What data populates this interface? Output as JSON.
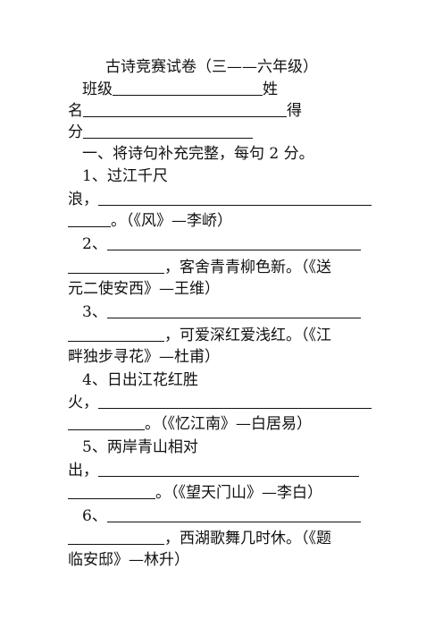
{
  "exam": {
    "title": "古诗竞赛试卷（三——六年级）",
    "class_label": "班级",
    "name_label_1": "姓",
    "name_label_2": "名",
    "score_label_1": "得",
    "score_label_2": "分"
  },
  "section": {
    "heading": "一、将诗句补充完整，每句 2 分。"
  },
  "questions": [
    {
      "number": "1、",
      "prompt_1": "过江千尺",
      "prompt_2": "浪，",
      "tail": "。（《风》—李峤）"
    },
    {
      "number": "2、",
      "line_2": "，客舍青青柳色新。（《送",
      "line_3": "元二使安西》—王维）"
    },
    {
      "number": "3、",
      "line_2": "，可爱深红爱浅红。（《江",
      "line_3": "畔独步寻花》—杜甫）"
    },
    {
      "number": "4、",
      "prompt_1": "日出江花红胜",
      "prompt_2": "火，",
      "tail": "。（《忆江南》—白居易）"
    },
    {
      "number": "5、",
      "prompt_1": "两岸青山相对",
      "prompt_2": "出，",
      "tail": "。（《望天门山》—李白）"
    },
    {
      "number": "6、",
      "line_2": "，西湖歌舞几时休。（《题",
      "line_3": "临安邸》—林升）"
    }
  ]
}
